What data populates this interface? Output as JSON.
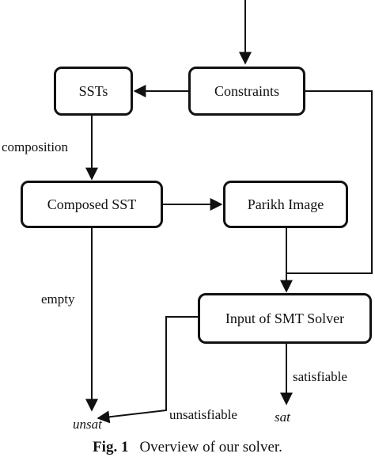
{
  "nodes": {
    "constraints": "Constraints",
    "ssts": "SSTs",
    "composed_sst": "Composed SST",
    "parikh_image": "Parikh Image",
    "smt_input": "Input of SMT Solver"
  },
  "edge_labels": {
    "composition": "composition",
    "empty": "empty",
    "satisfiable": "satisfiable",
    "unsatisfiable": "unsatisfiable"
  },
  "results": {
    "unsat": "unsat",
    "sat": "sat"
  },
  "caption": {
    "figure": "Fig. 1",
    "text": "Overview of our solver."
  }
}
